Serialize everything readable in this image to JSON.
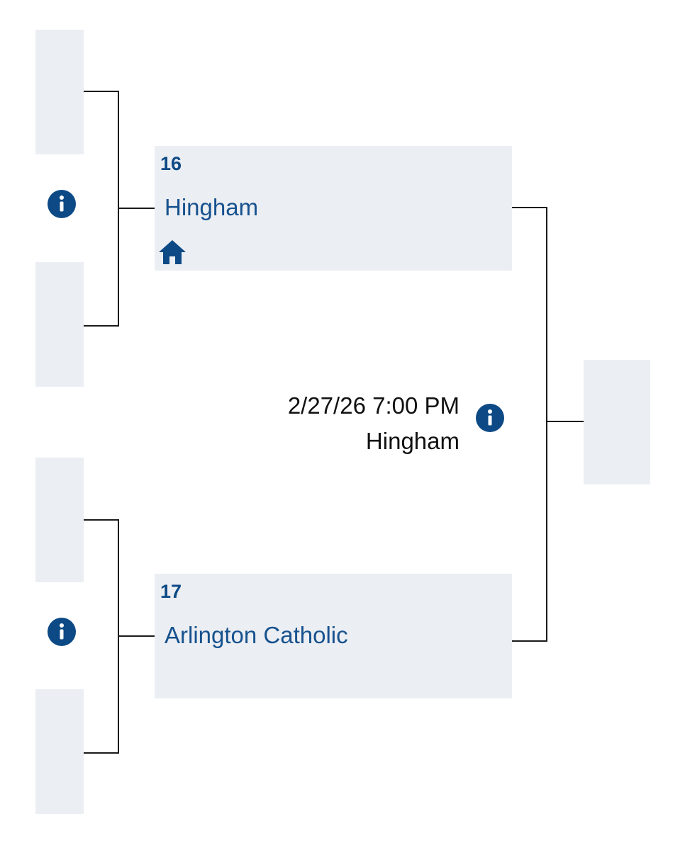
{
  "matchup": {
    "top_team": {
      "seed": "16",
      "name": "Hingham",
      "home_icon": "home-icon"
    },
    "bottom_team": {
      "seed": "17",
      "name": "Arlington Catholic"
    },
    "game": {
      "datetime": "2/27/26 7:00 PM",
      "location": "Hingham",
      "info_icon": "info-icon"
    }
  },
  "colors": {
    "slot_background": "#ebeef3",
    "brand_blue": "#0d4a85",
    "team_text": "#17528e",
    "bracket_line": "#1a1a1a"
  }
}
